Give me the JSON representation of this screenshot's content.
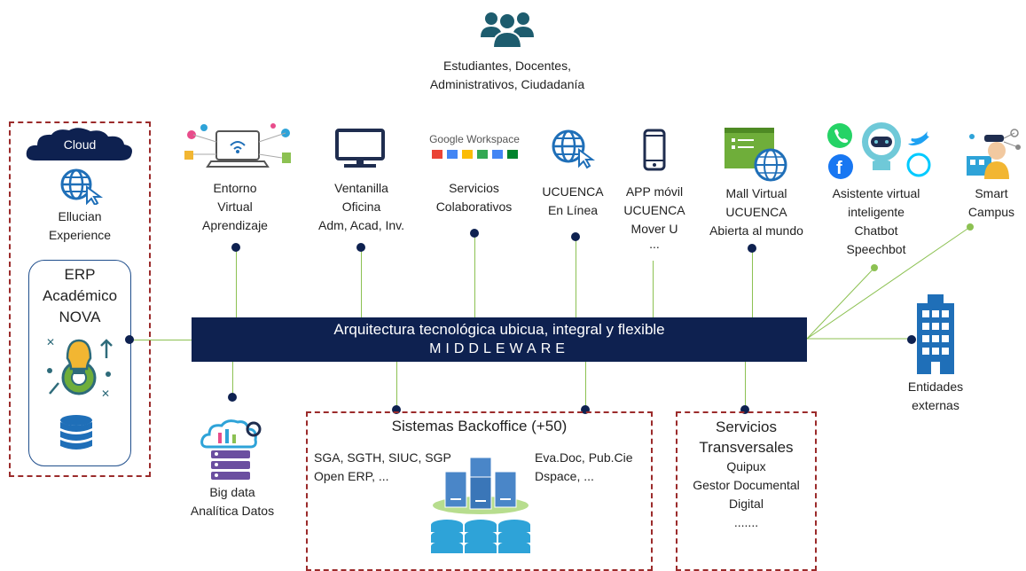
{
  "users": {
    "line1": "Estudiantes, Docentes,",
    "line2": "Administrativos, Ciudadanía",
    "icon": "users-icon"
  },
  "left_panel": {
    "cloud_label": "Cloud",
    "ellucian": [
      "Ellucian",
      "Experience"
    ],
    "erp": [
      "ERP",
      "Académico",
      "NOVA"
    ]
  },
  "channels": [
    {
      "id": "eva",
      "lines": [
        "Entorno",
        "Virtual",
        "Aprendizaje"
      ],
      "icon": "laptop-network-icon"
    },
    {
      "id": "ventanilla",
      "lines": [
        "Ventanilla",
        "Oficina",
        "Adm, Acad, Inv."
      ],
      "icon": "monitor-icon"
    },
    {
      "id": "servicios",
      "lines": [
        "Servicios",
        "Colaborativos"
      ],
      "icon": "google-workspace-icon",
      "logo_text": "Google Workspace"
    },
    {
      "id": "ucuenca-linea",
      "lines": [
        "UCUENCA",
        "En Línea"
      ],
      "icon": "globe-cursor-icon"
    },
    {
      "id": "app",
      "lines": [
        "APP móvil",
        "UCUENCA",
        "Mover U",
        "..."
      ],
      "icon": "mobile-phone-icon"
    },
    {
      "id": "mall",
      "lines": [
        "Mall Virtual",
        "UCUENCA",
        "Abierta al mundo"
      ],
      "icon": "browser-globe-icon"
    },
    {
      "id": "asistente",
      "lines": [
        "Asistente virtual",
        "inteligente",
        "Chatbot",
        "Speechbot"
      ],
      "icon": "chatbot-icon"
    },
    {
      "id": "smart",
      "lines": [
        "Smart",
        "Campus"
      ],
      "icon": "smart-campus-icon"
    }
  ],
  "middleware": {
    "line1": "Arquitectura tecnológica ubicua, integral y flexible",
    "line2": "MIDDLEWARE"
  },
  "external": {
    "lines": [
      "Entidades",
      "externas"
    ],
    "icon": "building-icon"
  },
  "bigdata": {
    "lines": [
      "Big data",
      "Analítica Datos"
    ],
    "icon": "cloud-database-icon"
  },
  "backoffice": {
    "title": "Sistemas Backoffice (+50)",
    "left": [
      "SGA, SGTH, SIUC, SGP",
      "Open ERP, ..."
    ],
    "right": [
      "Eva.Doc, Pub.Cie",
      "Dspace, ..."
    ]
  },
  "transversales": {
    "lines": [
      "Servicios",
      "Transversales",
      "Quipux",
      "Gestor Documental",
      "Digital",
      "......."
    ]
  },
  "colors": {
    "navy": "#0e2150",
    "green": "#8cc152",
    "dashed": "#9b2b2b",
    "blue": "#1f6fb8",
    "teal": "#2e6b7a"
  }
}
